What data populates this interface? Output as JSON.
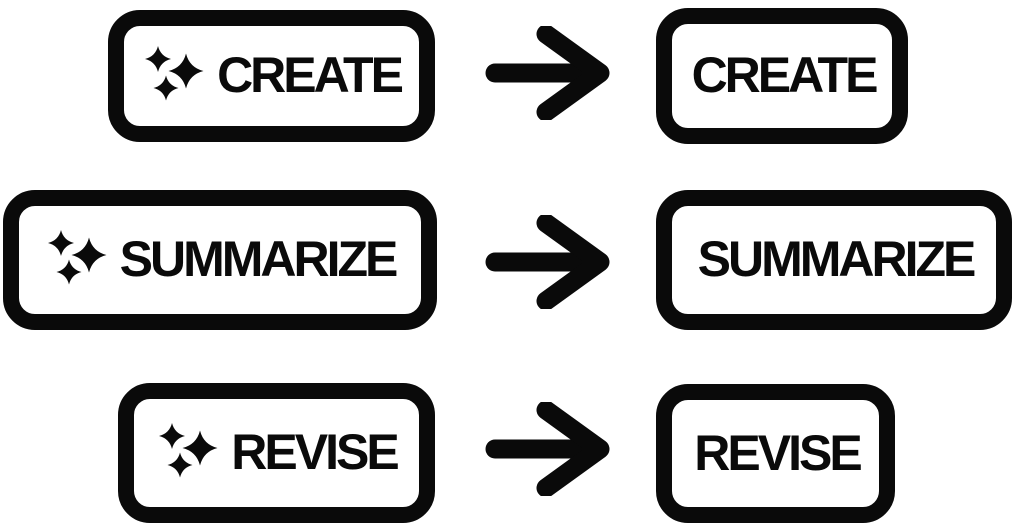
{
  "colors": {
    "ink": "#0a0a0a",
    "background": "#ffffff"
  },
  "rows": [
    {
      "id": "create",
      "source": {
        "icon": "sparkles-icon",
        "label": "CREATE"
      },
      "arrow": "right-arrow-icon",
      "result": {
        "label": "CREATE"
      }
    },
    {
      "id": "summarize",
      "source": {
        "icon": "sparkles-icon",
        "label": "SUMMARIZE"
      },
      "arrow": "right-arrow-icon",
      "result": {
        "label": "SUMMARIZE"
      }
    },
    {
      "id": "revise",
      "source": {
        "icon": "sparkles-icon",
        "label": "REVISE"
      },
      "arrow": "right-arrow-icon",
      "result": {
        "label": "REVISE"
      }
    }
  ]
}
